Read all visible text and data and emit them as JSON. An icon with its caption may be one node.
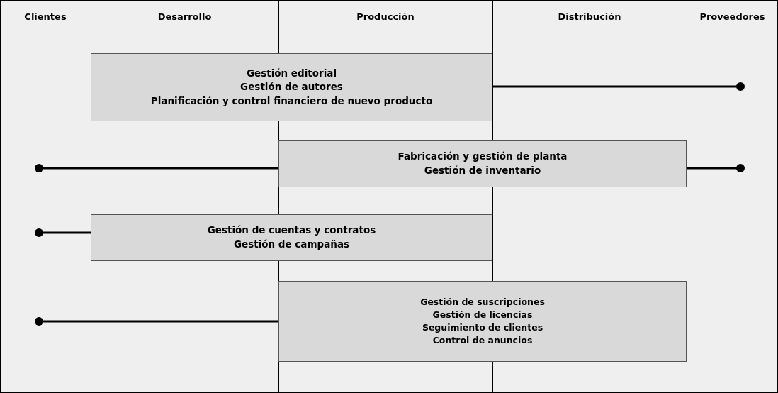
{
  "diagram": {
    "nodes": [
      {
        "text": [
          "Clientes"
        ]
      },
      {
        "text": [
          "Desarrollo"
        ]
      },
      {
        "text": [
          "Producción"
        ]
      },
      {
        "text": [
          "Distribución"
        ]
      },
      {
        "text": [
          "Proveedores"
        ]
      },
      {
        "text": [
          "Gestión editorial",
          "Gestión de autores",
          "Planificación y control financiero de nuevo producto"
        ]
      },
      {
        "text": [
          "Fabricación y gestión de planta",
          "Gestión de inventario"
        ]
      },
      {
        "text": [
          "Gestión de cuentas y contratos",
          "Gestión de campañas"
        ]
      },
      {
        "text": [
          "Gestión de suscripciones",
          "Gestión de licencias",
          "Seguimiento de clientes",
          "Control de anuncios"
        ]
      }
    ],
    "edges": [
      {
        "from": 5,
        "to": null,
        "arrow": "other"
      },
      {
        "from": 6,
        "to": null,
        "arrow": "other"
      },
      {
        "from": 6,
        "to": null,
        "arrow": "other"
      },
      {
        "from": 7,
        "to": null,
        "arrow": "other"
      },
      {
        "from": 8,
        "to": null,
        "arrow": "other"
      }
    ]
  }
}
